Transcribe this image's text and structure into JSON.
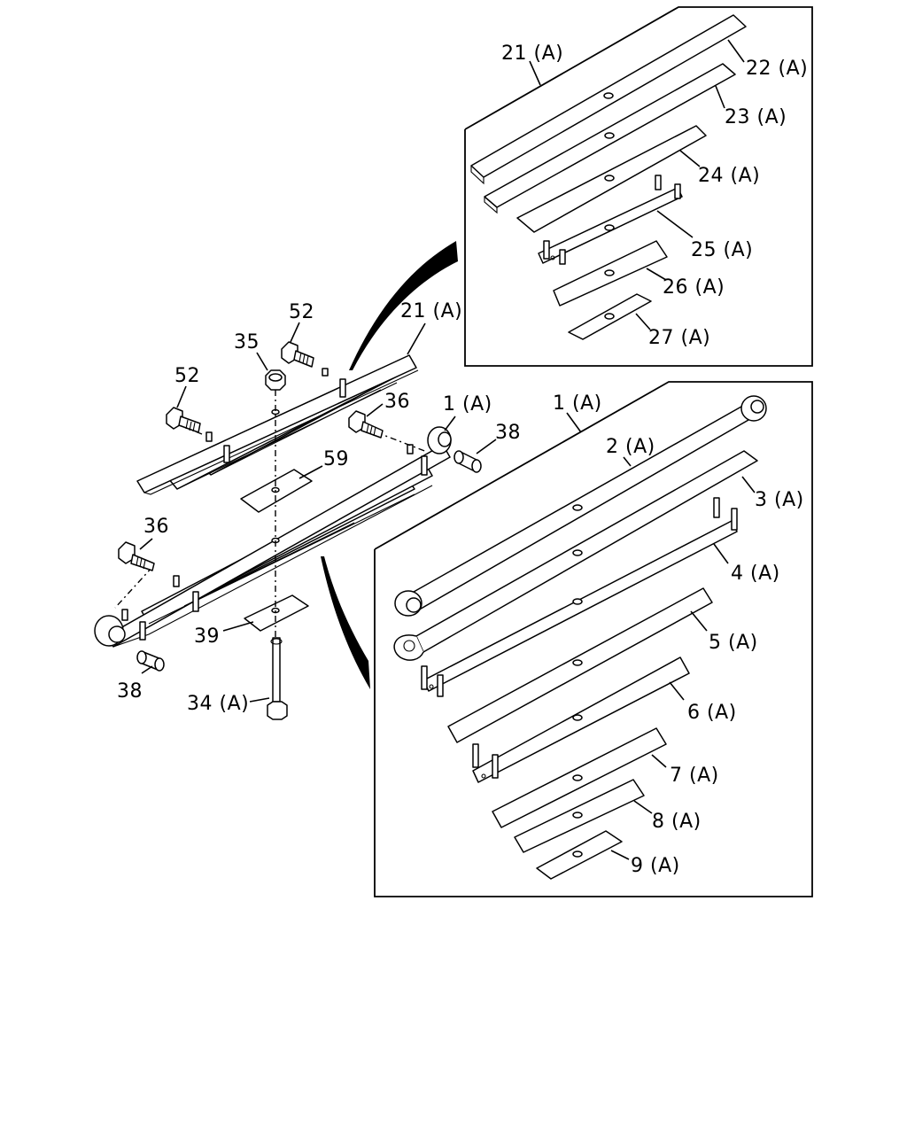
{
  "labels": {
    "inset_top": {
      "l21": "21 (A)",
      "l22": "22 (A)",
      "l23": "23 (A)",
      "l24": "24 (A)",
      "l25": "25 (A)",
      "l26": "26 (A)",
      "l27": "27 (A)"
    },
    "inset_bottom": {
      "l1": "1 (A)",
      "l2": "2 (A)",
      "l3": "3 (A)",
      "l4": "4 (A)",
      "l5": "5 (A)",
      "l6": "6 (A)",
      "l7": "7 (A)",
      "l8": "8 (A)",
      "l9": "9 (A)"
    },
    "main": {
      "l52a": "52",
      "l52b": "52",
      "l35": "35",
      "l21": "21 (A)",
      "l36a": "36",
      "l1": "1 (A)",
      "l38a": "38",
      "l59": "59",
      "l36b": "36",
      "l39": "39",
      "l38b": "38",
      "l34": "34 (A)"
    }
  }
}
